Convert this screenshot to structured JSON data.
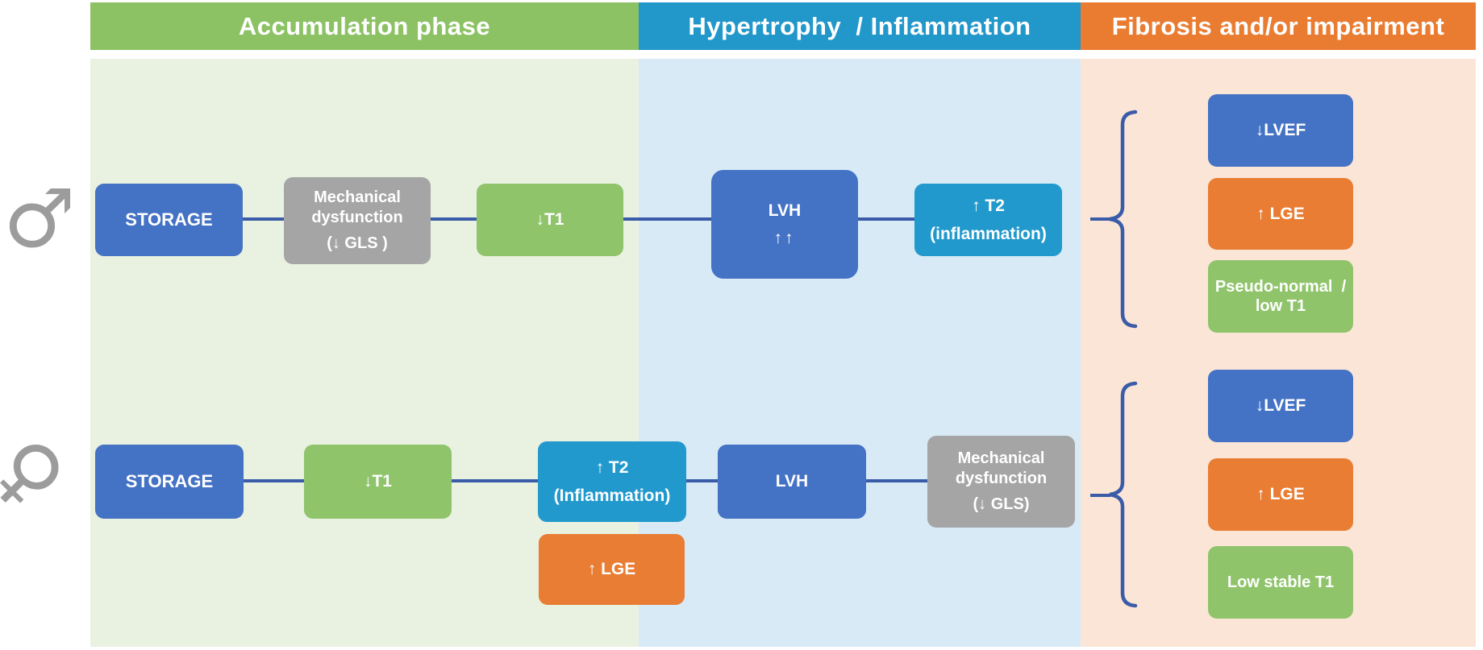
{
  "phases": [
    {
      "label": "Accumulation phase",
      "color": "#8CC264",
      "pale_color": "#E9F1E0"
    },
    {
      "label": "Hypertrophy  / Inflammation",
      "color": "#2197CA",
      "pale_color": "#D8EAF6"
    },
    {
      "label": "Fibrosis and/or impairment",
      "color": "#EA7C31",
      "pale_color": "#FBE5D7"
    }
  ],
  "male": {
    "symbol": "♂",
    "storage_label": "STORAGE",
    "mech_line1": "Mechanical",
    "mech_line2": "dysfunction",
    "mech_line3": "(↓ GLS )",
    "t1_label": "↓T1",
    "lvh_line1": "LVH",
    "lvh_line2": "↑↑",
    "t2_line1": "↑ T2",
    "t2_line2": "(inflammation)",
    "outcome_lvef": "↓LVEF",
    "outcome_lge": "↑ LGE",
    "outcome_t1_line1": "Pseudo-normal  /",
    "outcome_t1_line2": "low T1"
  },
  "female": {
    "symbol": "♀",
    "storage_label": "STORAGE",
    "t1_label": "↓T1",
    "t2_line1": "↑ T2",
    "t2_line2": "(Inflammation)",
    "lvh_label": "LVH",
    "mech_line1": "Mechanical",
    "mech_line2": "dysfunction",
    "mech_line3": "(↓ GLS)",
    "lge_label": "↑ LGE",
    "outcome_lvef": "↓LVEF",
    "outcome_lge": "↑ LGE",
    "outcome_t1": "Low stable T1"
  },
  "colors": {
    "box_blue": "#4472C4",
    "box_green": "#8FC46B",
    "box_teal": "#2199CD",
    "box_orange": "#E87D33",
    "box_gray": "#A5A5A5",
    "connector_blue": "#3A5CA8",
    "symbol_gray": "#9C9C9C"
  }
}
